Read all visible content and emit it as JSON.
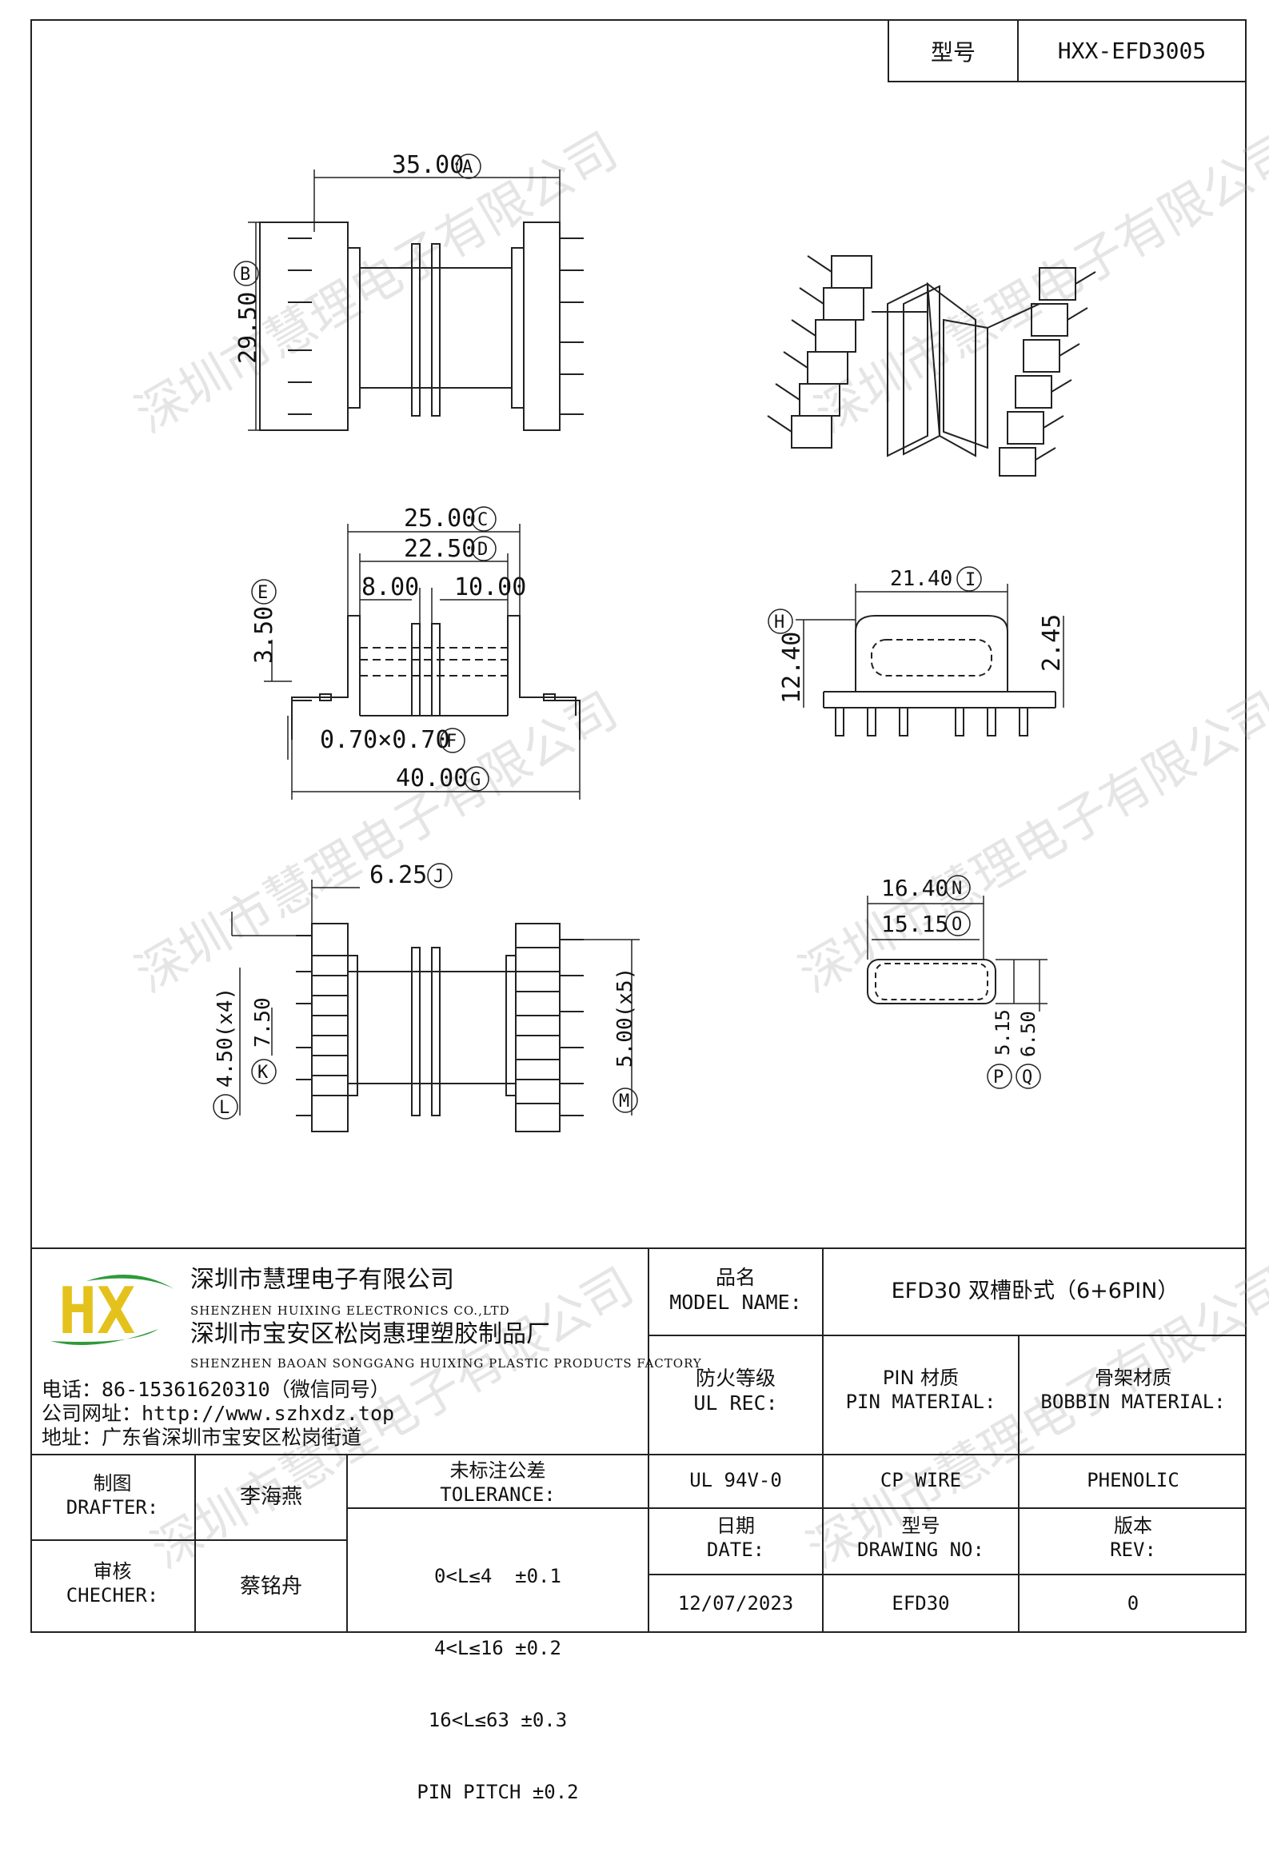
{
  "header": {
    "model_label": "型号",
    "model_value": "HXX-EFD3005"
  },
  "watermark": "深圳市慧理电子有限公司",
  "dimensions": {
    "a": "35.00",
    "a_tag": "A",
    "b": "29.50",
    "b_tag": "B",
    "c": "25.00",
    "c_tag": "C",
    "d": "22.50",
    "d_tag": "D",
    "e": "3.50",
    "e_tag": "E",
    "seg1": "8.00",
    "seg2": "10.00",
    "f": "0.70×0.70",
    "f_tag": "F",
    "g": "40.00",
    "g_tag": "G",
    "h": "12.40",
    "h_tag": "H",
    "i": "21.40",
    "i_tag": "I",
    "side_h": "2.45",
    "j": "6.25",
    "j_tag": "J",
    "k": "7.50",
    "k_tag": "K",
    "l": "4.50(x4)",
    "l_tag": "L",
    "m": "5.00(x5)",
    "m_tag": "M",
    "n": "16.40",
    "n_tag": "N",
    "o": "15.15",
    "o_tag": "O",
    "p": "5.15",
    "p_tag": "P",
    "q": "6.50",
    "q_tag": "Q"
  },
  "company": {
    "name_cn": "深圳市慧理电子有限公司",
    "name_en": "SHENZHEN HUIXING ELECTRONICS CO.,LTD",
    "factory_cn": "深圳市宝安区松岗惠理塑胶制品厂",
    "factory_en": "SHENZHEN BAOAN SONGGANG HUIXING PLASTIC PRODUCTS FACTORY",
    "phone": "电话：86-15361620310（微信同号）",
    "website": "公司网址：http://www.szhxdz.top",
    "address": "地址：广东省深圳市宝安区松岗街道",
    "logo_text": "HX"
  },
  "title_block": {
    "model_name_label_cn": "品名",
    "model_name_label_en": "MODEL NAME:",
    "model_name_value": "EFD30 双槽卧式（6+6PIN）",
    "ul_label_cn": "防火等级",
    "ul_label_en": "UL REC:",
    "pin_label_cn": "PIN 材质",
    "pin_label_en": "PIN MATERIAL:",
    "bobbin_label_cn": "骨架材质",
    "bobbin_label_en": "BOBBIN MATERIAL:",
    "ul_value": "UL 94V-0",
    "pin_value": "CP WIRE",
    "bobbin_value": "PHENOLIC",
    "drafter_label_cn": "制图",
    "drafter_label_en": "DRAFTER:",
    "drafter_value": "李海燕",
    "checker_label_cn": "审核",
    "checker_label_en": "CHECHER:",
    "checker_value": "蔡铭舟",
    "tolerance_label_cn": "未标注公差",
    "tolerance_label_en": "TOLERANCE:",
    "tolerance_lines": [
      "0<L≤4  ±0.1",
      "4<L≤16 ±0.2",
      "16<L≤63 ±0.3",
      "PIN PITCH ±0.2"
    ],
    "date_label_cn": "日期",
    "date_label_en": "DATE:",
    "date_value": "12/07/2023",
    "drawing_label_cn": "型号",
    "drawing_label_en": "DRAWING NO:",
    "drawing_value": "EFD30",
    "rev_label_cn": "版本",
    "rev_label_en": "REV:",
    "rev_value": "0"
  },
  "colors": {
    "logo_green": "#2f9a3a",
    "logo_yellow": "#e4c21b",
    "line": "#222222"
  }
}
